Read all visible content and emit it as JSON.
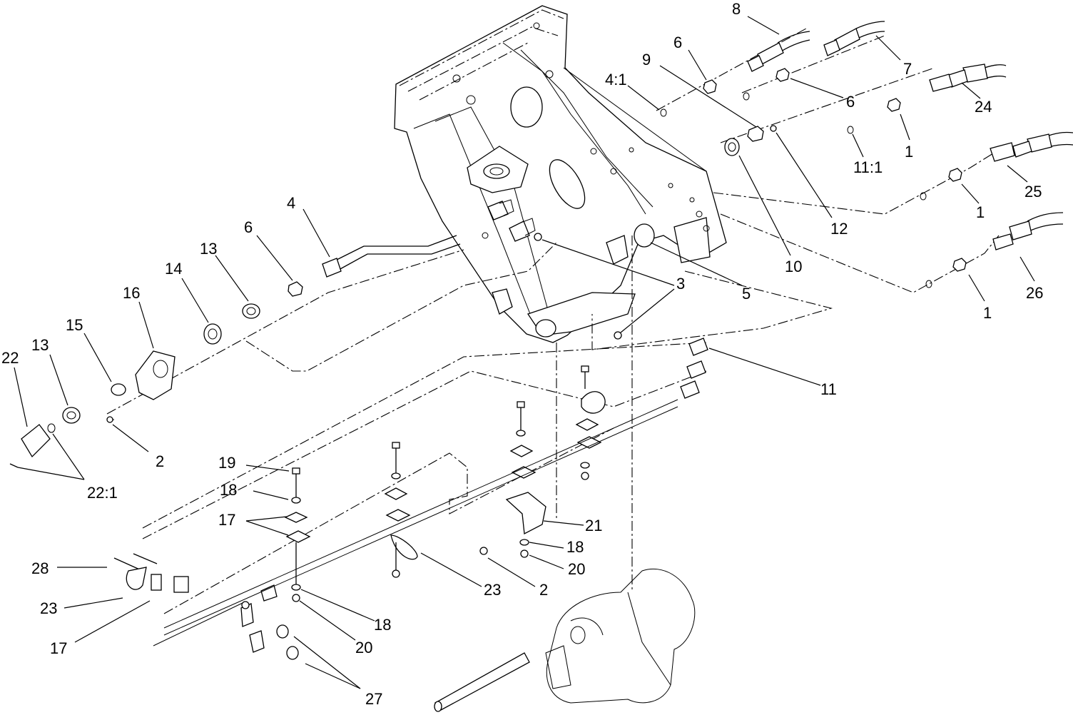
{
  "callouts": [
    {
      "id": "c8",
      "text": "8"
    },
    {
      "id": "c6a",
      "text": "6"
    },
    {
      "id": "c9",
      "text": "9"
    },
    {
      "id": "c41",
      "text": "4:1"
    },
    {
      "id": "c7",
      "text": "7"
    },
    {
      "id": "c6b",
      "text": "6"
    },
    {
      "id": "c24",
      "text": "24"
    },
    {
      "id": "c1a",
      "text": "1"
    },
    {
      "id": "c111",
      "text": "11:1"
    },
    {
      "id": "c25",
      "text": "25"
    },
    {
      "id": "c1b",
      "text": "1"
    },
    {
      "id": "c12",
      "text": "12"
    },
    {
      "id": "c10",
      "text": "10"
    },
    {
      "id": "c26",
      "text": "26"
    },
    {
      "id": "c1c",
      "text": "1"
    },
    {
      "id": "c5",
      "text": "5"
    },
    {
      "id": "c3",
      "text": "3"
    },
    {
      "id": "c4",
      "text": "4"
    },
    {
      "id": "c6c",
      "text": "6"
    },
    {
      "id": "c13a",
      "text": "13"
    },
    {
      "id": "c14",
      "text": "14"
    },
    {
      "id": "c16",
      "text": "16"
    },
    {
      "id": "c15",
      "text": "15"
    },
    {
      "id": "c13b",
      "text": "13"
    },
    {
      "id": "c22",
      "text": "22"
    },
    {
      "id": "c2a",
      "text": "2"
    },
    {
      "id": "c221",
      "text": "22:1"
    },
    {
      "id": "c11",
      "text": "11"
    },
    {
      "id": "c19",
      "text": "19"
    },
    {
      "id": "c18a",
      "text": "18"
    },
    {
      "id": "c17a",
      "text": "17"
    },
    {
      "id": "c21",
      "text": "21"
    },
    {
      "id": "c18b",
      "text": "18"
    },
    {
      "id": "c20a",
      "text": "20"
    },
    {
      "id": "c28",
      "text": "28"
    },
    {
      "id": "c23a",
      "text": "23"
    },
    {
      "id": "c23b",
      "text": "23"
    },
    {
      "id": "c2b",
      "text": "2"
    },
    {
      "id": "c17b",
      "text": "17"
    },
    {
      "id": "c18c",
      "text": "18"
    },
    {
      "id": "c20b",
      "text": "20"
    },
    {
      "id": "c27",
      "text": "27"
    }
  ]
}
